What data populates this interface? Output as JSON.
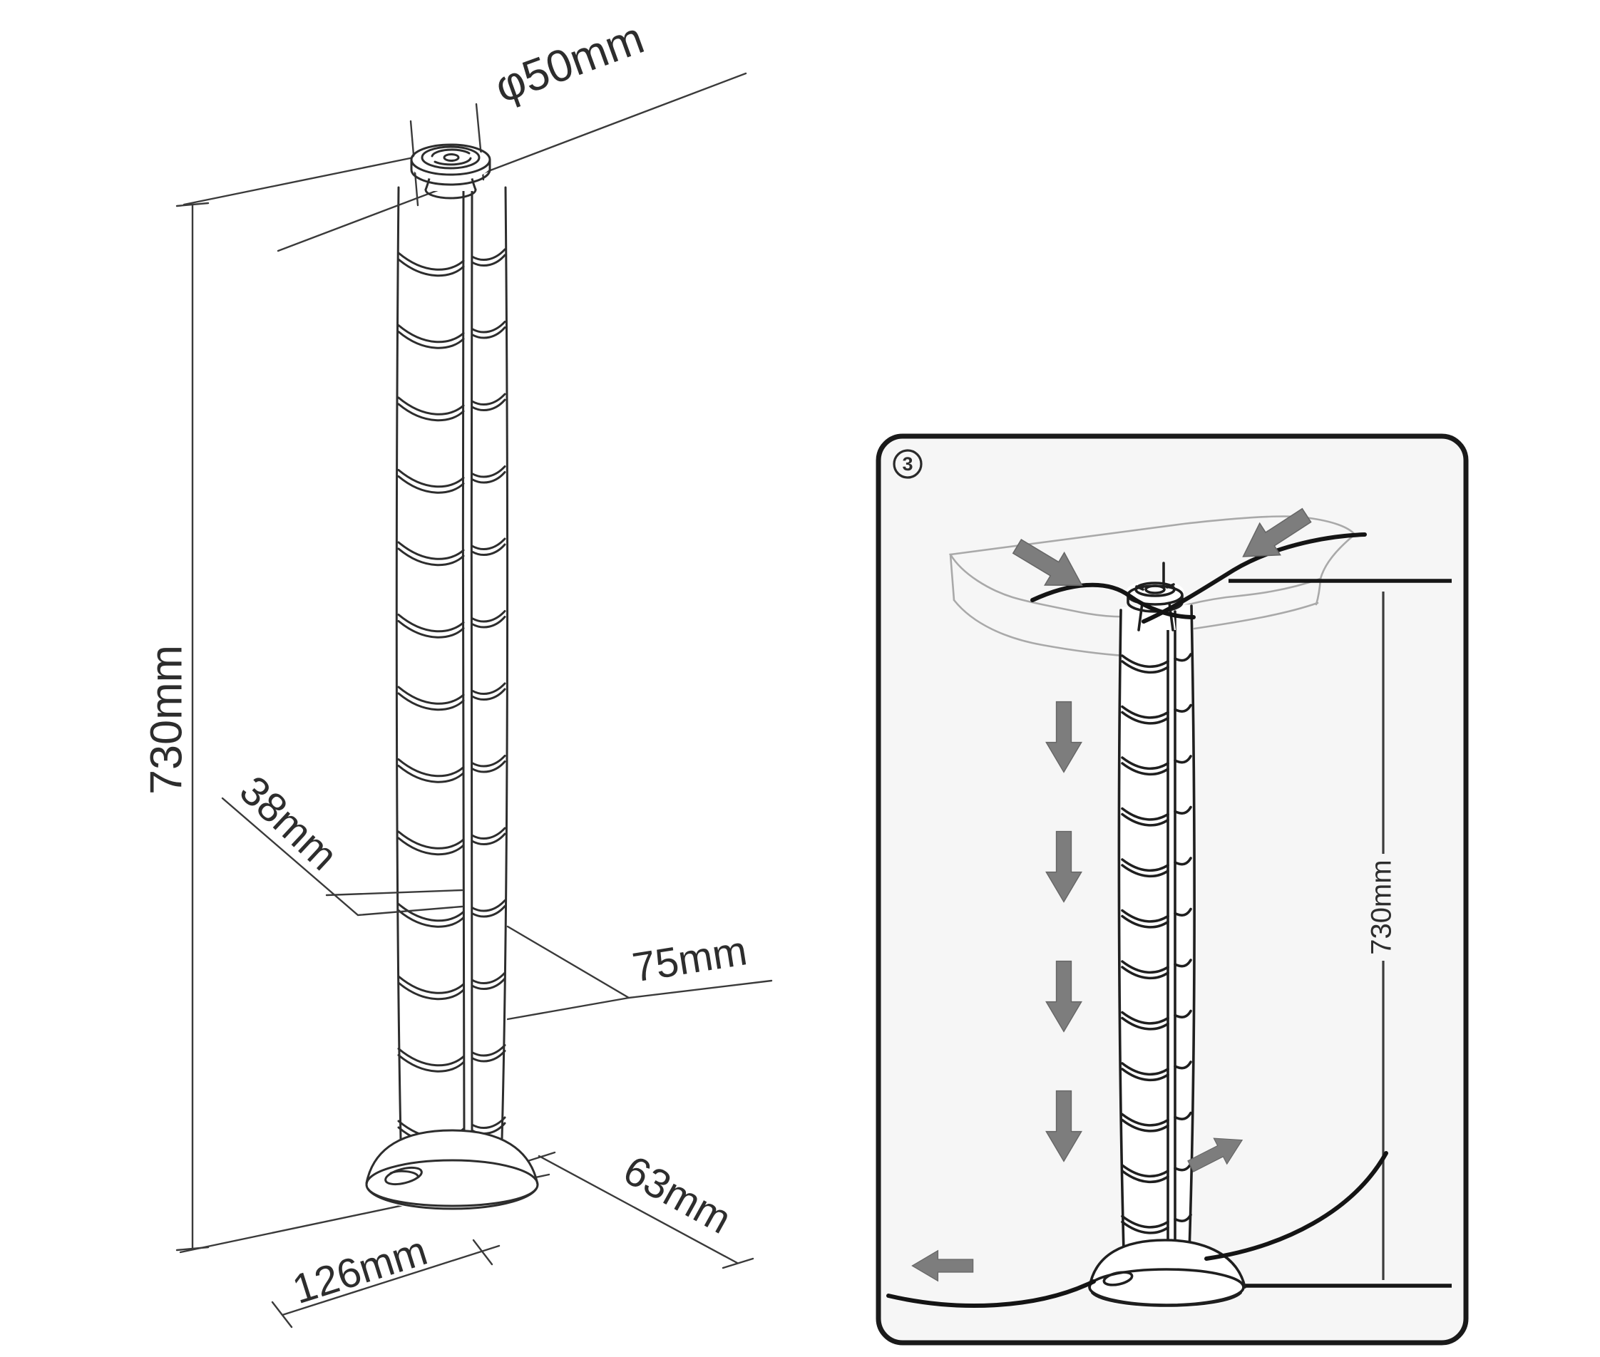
{
  "figure": {
    "kind": "technical-diagram",
    "subject": "under-desk cable management spine"
  },
  "colors": {
    "background": "#ffffff",
    "line": "#2d2d2d",
    "dimension_line": "#3a3a3a",
    "panel_background": "#f6f6f6",
    "panel_border": "#1a1a1a",
    "arrow": "#7d7d7d",
    "cable": "#141414"
  },
  "left_drawing": {
    "labels": {
      "diameter": "φ50mm",
      "height": "730mm",
      "segment_pitch": "38mm",
      "depth": "75mm",
      "base_depth": "63mm",
      "base_width": "126mm"
    }
  },
  "panel": {
    "step_number": "3",
    "height_label": "730mm",
    "icons": [
      "arrow-into-desk-left-icon",
      "arrow-into-desk-right-icon",
      "arrow-down-icon",
      "arrow-down-icon",
      "arrow-down-icon",
      "arrow-down-icon",
      "arrow-left-icon",
      "arrow-up-right-icon"
    ]
  }
}
